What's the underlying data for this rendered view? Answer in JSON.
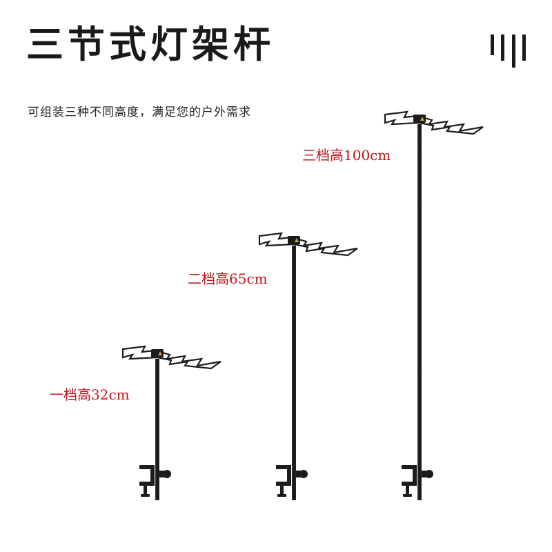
{
  "header": {
    "title": "三节式灯架杆",
    "subtitle": "可组装三种不同高度，满足您的户外需求",
    "logo_icon": "brand-bars-icon"
  },
  "stands": [
    {
      "label": "一档高32cm",
      "height_cm": 32
    },
    {
      "label": "二档高65cm",
      "height_cm": 65
    },
    {
      "label": "三档高100cm",
      "height_cm": 100
    }
  ],
  "colors": {
    "label": "#c0141a",
    "pole": "#1c1c1c",
    "text": "#1a1a1a"
  }
}
